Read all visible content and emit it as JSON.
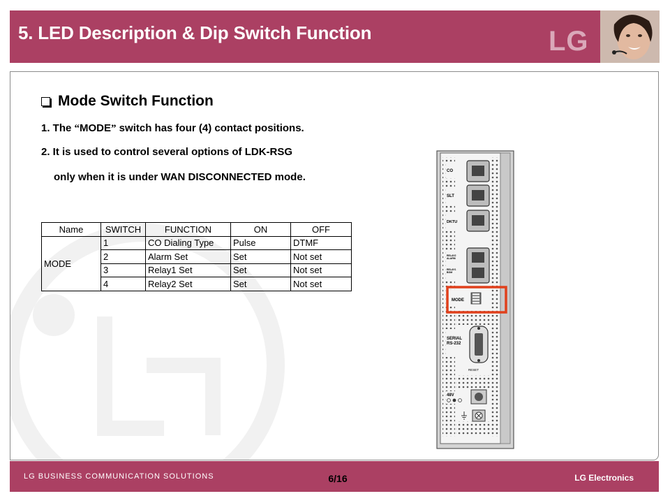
{
  "slide": {
    "title": "5. LED Description & Dip Switch Function",
    "logo_text": "LG"
  },
  "content": {
    "section_title": "Mode Switch Function",
    "line1_pre": "1. The ",
    "line1_q_open": "“",
    "line1_mode": "MODE",
    "line1_q_close": "”",
    "line1_post": " switch has four (4) contact positions.",
    "line2": "2. It is used to control several options of LDK-RSG",
    "line3": "only when it is under WAN DISCONNECTED mode."
  },
  "table": {
    "headers": [
      "Name",
      "SWITCH",
      "FUNCTION",
      "ON",
      "OFF"
    ],
    "group_name": "MODE",
    "rows": [
      [
        "1",
        "CO Dialing Type",
        "Pulse",
        "DTMF"
      ],
      [
        "2",
        "Alarm Set",
        "Set",
        "Not set"
      ],
      [
        "3",
        "Relay1 Set",
        "Set",
        "Not set"
      ],
      [
        "4",
        "Relay2 Set",
        "Set",
        "Not set"
      ]
    ]
  },
  "device": {
    "labels": {
      "co": "CO",
      "slt": "SLT",
      "dktu": "DKTU",
      "relay2": "RELAY2",
      "alarm": "ALARM",
      "relay1": "RELAY1",
      "bgm": "BGM",
      "mode": "MODE",
      "serial": "SERIAL",
      "rs232": "RS-232",
      "reset": "RESET",
      "v48": "48V"
    },
    "highlight_color": "#e0401c"
  },
  "footer": {
    "left": "LG BUSINESS COMMUNICATION SOLUTIONS",
    "page": "6/16",
    "right": "LG Electronics"
  },
  "colors": {
    "brand": "#ab4063"
  }
}
